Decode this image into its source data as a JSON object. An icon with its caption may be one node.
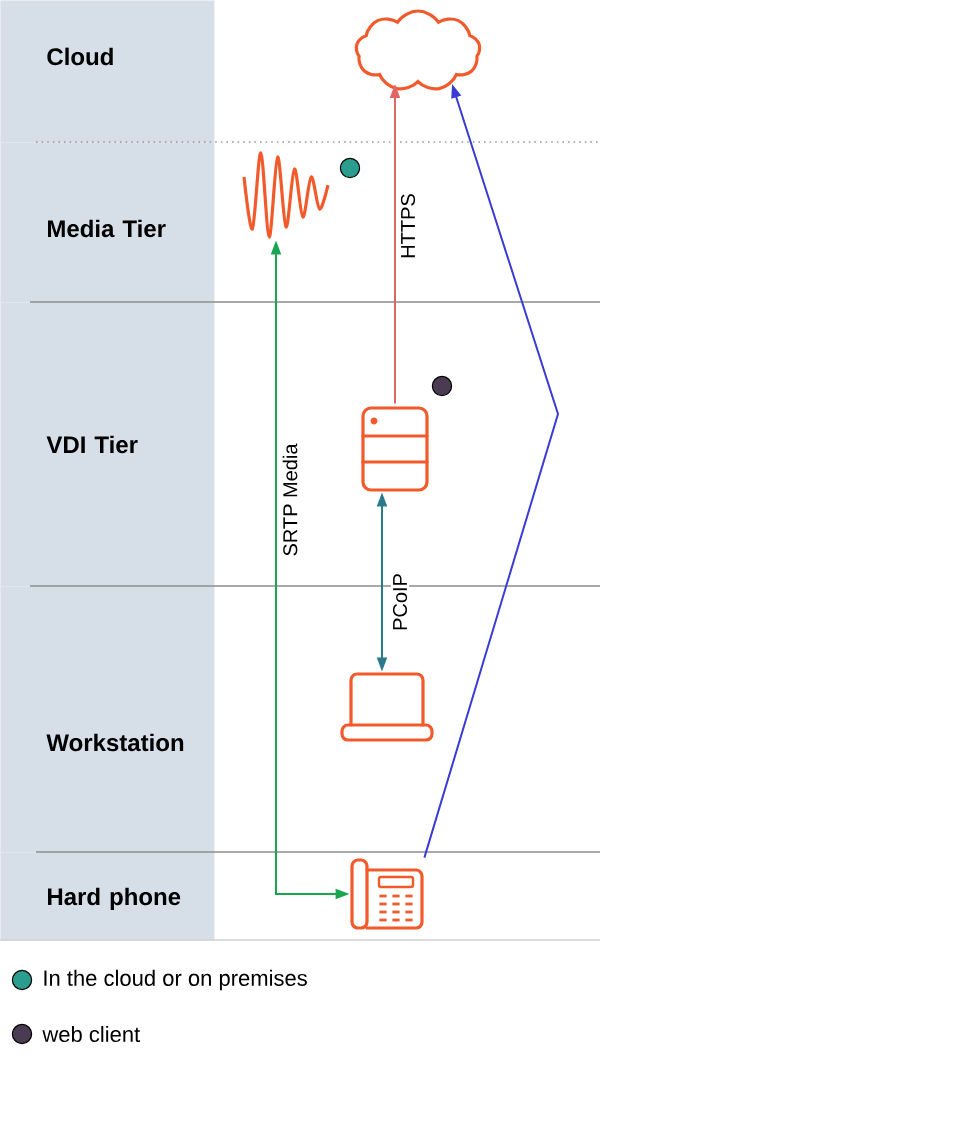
{
  "diagram": {
    "nodes": [
      {
        "text": [
          "Cloud"
        ]
      },
      {
        "text": [],
        "shape": "cloud"
      },
      {
        "text": [
          "Media Tier"
        ]
      },
      {
        "text": [],
        "shape": "picture"
      },
      {
        "text": [
          "VDI Tier"
        ]
      },
      {
        "text": [],
        "shape": "picture"
      },
      {
        "text": [
          "Workstation"
        ]
      },
      {
        "text": [],
        "shape": "picture"
      },
      {
        "text": [
          "Hard phone"
        ]
      },
      {
        "text": [],
        "shape": "picture"
      }
    ],
    "edges": [
      {
        "from": 5,
        "to": 1,
        "arrow": "to",
        "label": "HTTPS",
        "color": "#e06666"
      },
      {
        "from": 3,
        "to": 9,
        "arrow": "both",
        "label": "SRTP Media",
        "color": "#1aa64f"
      },
      {
        "from": 5,
        "to": 7,
        "arrow": "both",
        "label": "PCoIP",
        "color": "#2b7a8c"
      },
      {
        "from": 9,
        "to": 1,
        "arrow": "to",
        "color": "#3a3ad4"
      }
    ],
    "legend": [
      {
        "text": "In the cloud or on premises",
        "color": "#2a9d8f"
      },
      {
        "text": "web client",
        "color": "#4b3b52"
      }
    ]
  }
}
